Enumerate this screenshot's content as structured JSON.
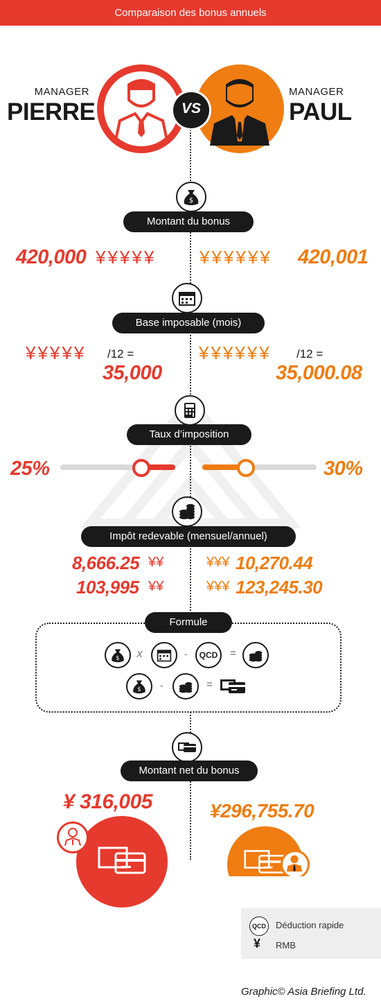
{
  "header": {
    "title": "Comparaison des bonus annuels"
  },
  "managers": {
    "left": {
      "role": "MANAGER",
      "name": "PIERRE"
    },
    "right": {
      "role": "MANAGER",
      "name": "PAUL"
    },
    "vs": "VS"
  },
  "sections": {
    "bonus": "Montant du bonus",
    "base": "Base imposable (mois)",
    "taux": "Taux d’imposition",
    "impot": "Impôt redevable (mensuel/annuel)",
    "formule": "Formule",
    "net": "Montant net du bonus"
  },
  "bonus": {
    "left": {
      "value": "420,000",
      "yen": "¥¥¥¥¥"
    },
    "right": {
      "value": "420,001",
      "yen": "¥¥¥¥¥¥"
    }
  },
  "base": {
    "left": {
      "yen": "¥¥¥¥¥",
      "div": "/12 =",
      "value": "35,000"
    },
    "right": {
      "yen": "¥¥¥¥¥¥",
      "div": "/12 =",
      "value": "35,000.08"
    }
  },
  "taux": {
    "left": {
      "label": "25%",
      "level": 0.25
    },
    "right": {
      "label": "30%",
      "level": 0.3
    }
  },
  "impot": {
    "left_monthly": "8,666.25",
    "left_monthly_yen": "¥¥",
    "left_annual": "103,995",
    "left_annual_yen": "¥¥",
    "right_monthly": "10,270.44",
    "right_monthly_yen": "¥¥¥",
    "right_annual": "123,245.30",
    "right_annual_yen": "¥¥¥"
  },
  "formula": {
    "times": "X",
    "minus": "-",
    "equals": "=",
    "qcd": "QCD"
  },
  "net": {
    "left": "¥ 316,005",
    "right": "¥296,755.70"
  },
  "legend": {
    "qcd_icon": "QCD",
    "qcd_label": "Déduction rapide",
    "yen_icon": "¥",
    "yen_label": "RMB"
  },
  "credit": "Graphic© Asia Briefing Ltd.",
  "colors": {
    "red": "#e63a2e",
    "orange": "#ef7d12",
    "dark": "#1a1a1a",
    "track": "#d9d9d9"
  }
}
